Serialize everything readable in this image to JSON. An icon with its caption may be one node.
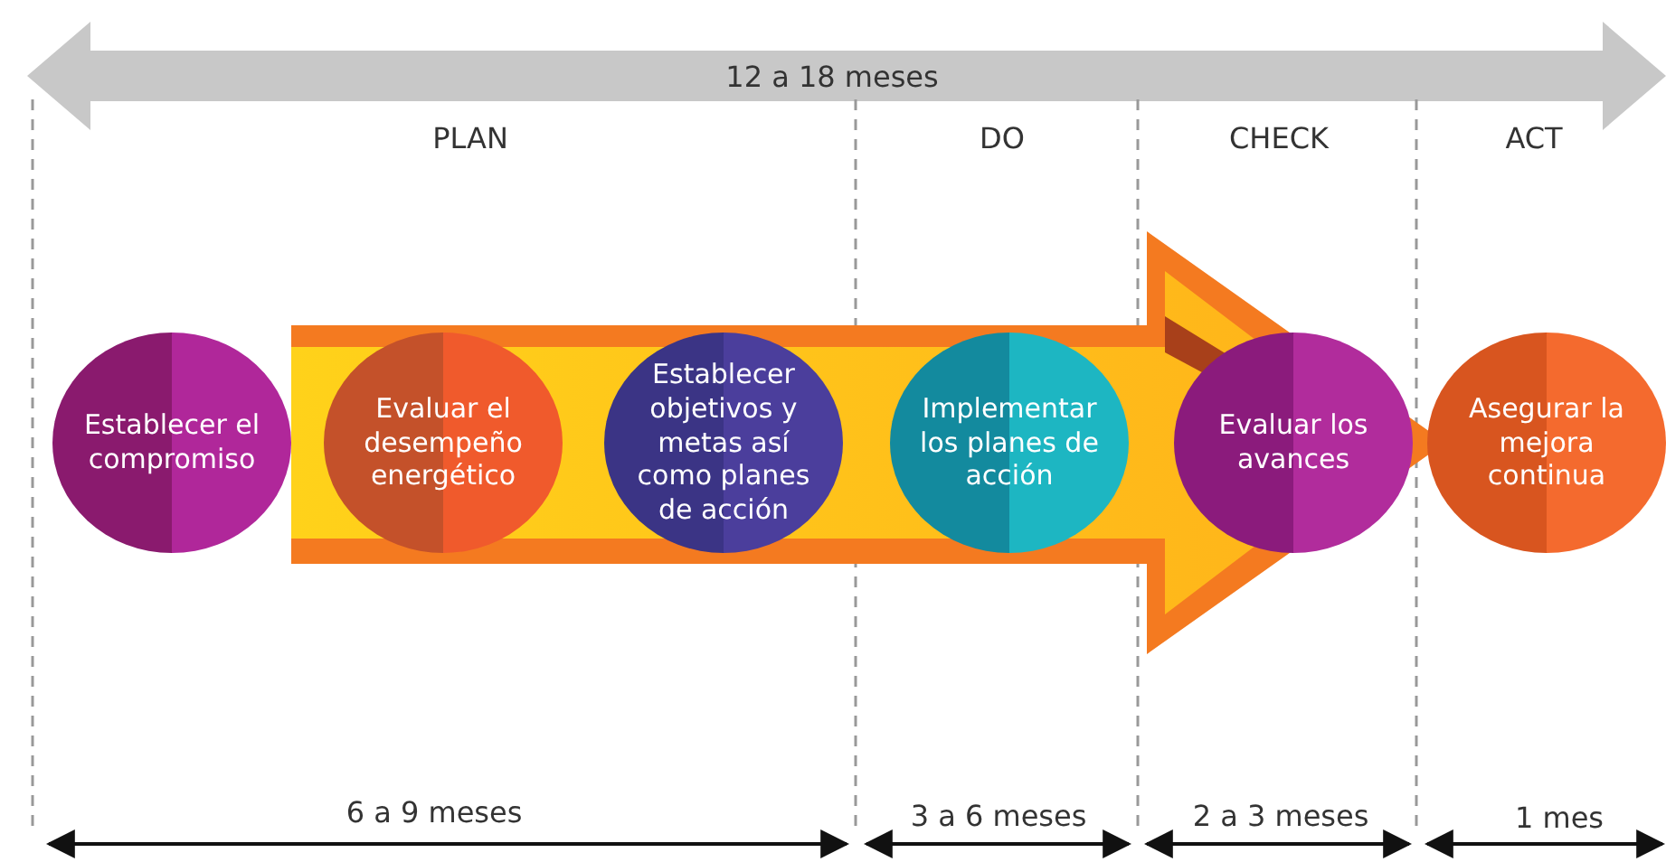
{
  "diagram": {
    "nodes": [
      {
        "text": [
          "Establecer el compromiso"
        ]
      },
      {
        "text": [
          "Evaluar el desempeño energético"
        ]
      },
      {
        "text": [
          "Establecer objetivos y metas así como planes de acción"
        ]
      },
      {
        "text": [
          "Implementar los planes de acción"
        ]
      },
      {
        "text": [
          "Evaluar los avances"
        ]
      },
      {
        "text": [
          "Asegurar la mejora continua"
        ]
      }
    ],
    "edges": [
      {
        "from": 0,
        "to": 5,
        "arrow": "to"
      }
    ],
    "labels": [
      "12 a 18 meses",
      "PLAN",
      "DO",
      "CHECK",
      "ACT",
      "6 a 9 meses",
      "3 a 6 meses",
      "2 a 3 meses",
      "1 mes"
    ]
  }
}
